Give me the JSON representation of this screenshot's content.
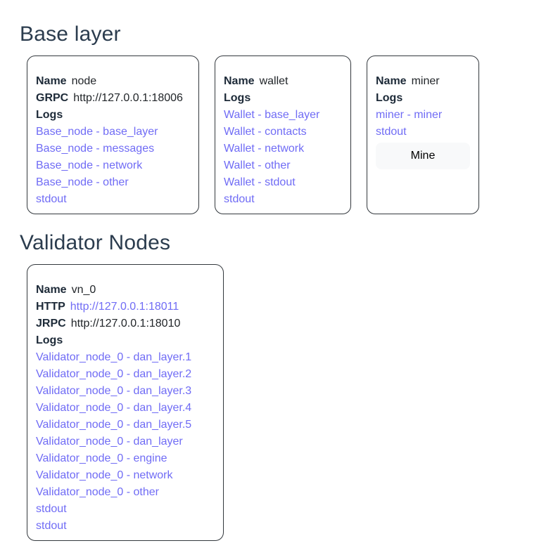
{
  "colors": {
    "link": "#706cf5",
    "heading": "#2b3c4e",
    "text": "#212529",
    "label": "#1d2a38",
    "card_border": "#33383d",
    "button_bg": "#f8f9fa",
    "page_bg": "#ffffff"
  },
  "sections": [
    {
      "title": "Base layer",
      "cards": [
        {
          "fields": [
            {
              "label": "Name",
              "value": "node"
            },
            {
              "label": "GRPC",
              "value": "http://127.0.0.1:18006"
            }
          ],
          "logs_label": "Logs",
          "logs": [
            "Base_node - base_layer",
            "Base_node - messages",
            "Base_node - network",
            "Base_node - other",
            "stdout"
          ]
        },
        {
          "fields": [
            {
              "label": "Name",
              "value": "wallet"
            }
          ],
          "logs_label": "Logs",
          "logs": [
            "Wallet - base_layer",
            "Wallet - contacts",
            "Wallet - network",
            "Wallet - other",
            "Wallet - stdout",
            "stdout"
          ]
        },
        {
          "fields": [
            {
              "label": "Name",
              "value": "miner"
            }
          ],
          "logs_label": "Logs",
          "logs": [
            "miner - miner",
            "stdout"
          ],
          "button_label": "Mine"
        }
      ]
    },
    {
      "title": "Validator Nodes",
      "cards": [
        {
          "fields": [
            {
              "label": "Name",
              "value": "vn_0"
            },
            {
              "label": "HTTP",
              "value": "http://127.0.0.1:18011"
            },
            {
              "label": "JRPC",
              "value": "http://127.0.0.1:18010"
            }
          ],
          "logs_label": "Logs",
          "logs": [
            "Validator_node_0 - dan_layer.1",
            "Validator_node_0 - dan_layer.2",
            "Validator_node_0 - dan_layer.3",
            "Validator_node_0 - dan_layer.4",
            "Validator_node_0 - dan_layer.5",
            "Validator_node_0 - dan_layer",
            "Validator_node_0 - engine",
            "Validator_node_0 - network",
            "Validator_node_0 - other",
            "stdout",
            "stdout"
          ]
        }
      ]
    }
  ]
}
